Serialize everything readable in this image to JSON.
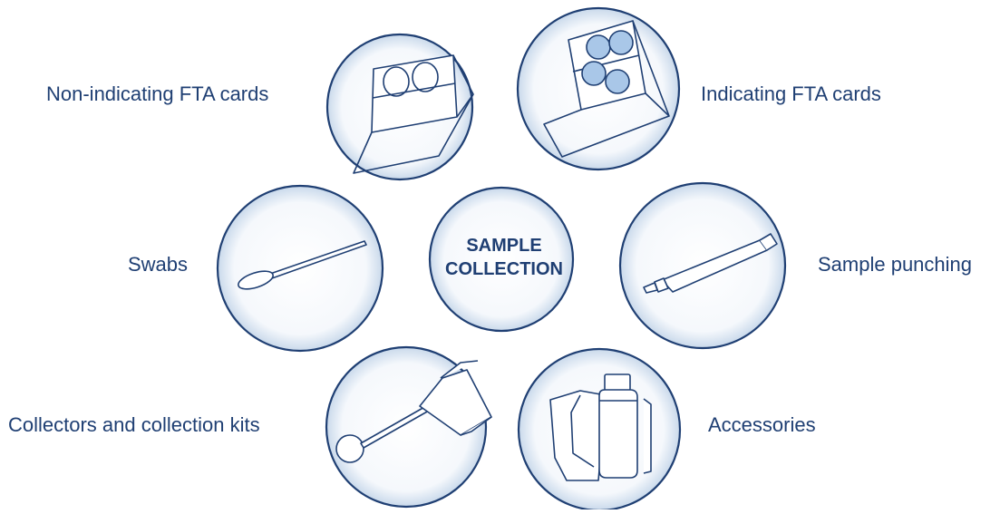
{
  "center": {
    "line1": "SAMPLE",
    "line2": "COLLECTION"
  },
  "items": [
    {
      "label": "Non-indicating FTA cards",
      "icon": "non-indicating-fta-card-icon"
    },
    {
      "label": "Indicating FTA cards",
      "icon": "indicating-fta-card-icon"
    },
    {
      "label": "Swabs",
      "icon": "swab-icon"
    },
    {
      "label": "Sample punching",
      "icon": "sample-punch-icon"
    },
    {
      "label": "Collectors and collection kits",
      "icon": "collector-kit-icon"
    },
    {
      "label": "Accessories",
      "icon": "accessories-icon"
    }
  ],
  "colors": {
    "stroke": "#1f3f73",
    "circle_fill": "#f3f7fb",
    "circle_glow": "#c9d9eb",
    "dot_fill": "#a9c7e8"
  }
}
